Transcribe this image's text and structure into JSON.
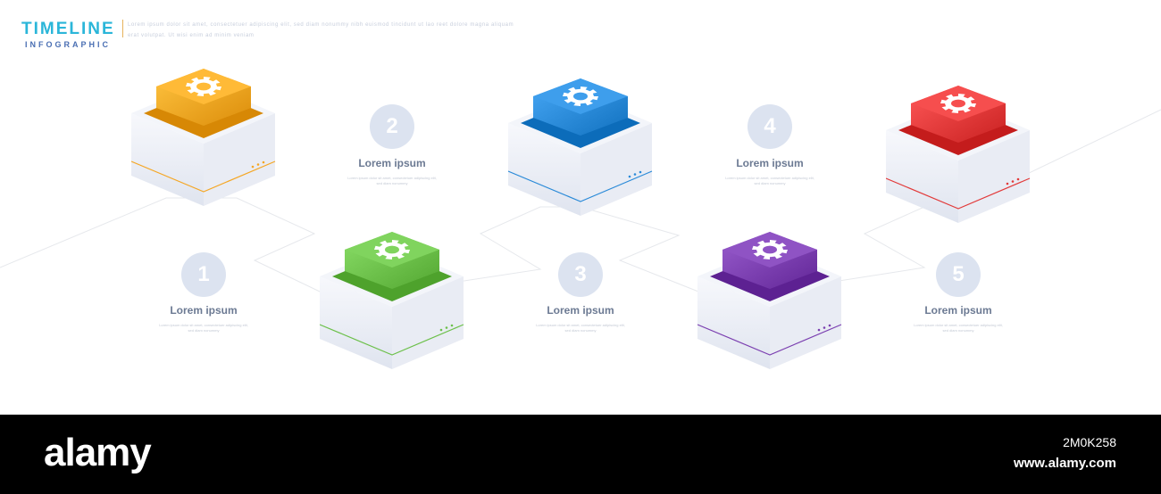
{
  "header": {
    "title": "TIMELINE",
    "subtitle": "INFOGRAPHIC",
    "description": "Lorem ipsum dolor sit amet, consectetuer adipiscing elit, sed diam nonummy nibh euismod tincidunt ut lao reet dolore magna aliquam erat volutpat. Ut wisi enim ad minim veniam"
  },
  "steps": [
    {
      "number": "1",
      "label": "Lorem ipsum",
      "description": "Lorem ipsum dolor sit amet, consectetuer adipiscing elit, sed diam nonummy",
      "color": "#f5a623",
      "cube_icon": "gear-icon"
    },
    {
      "number": "2",
      "label": "Lorem ipsum",
      "description": "Lorem ipsum dolor sit amet, consectetuer adipiscing elit, sed diam nonummy",
      "color": "#6cc04a",
      "cube_icon": "gear-icon"
    },
    {
      "number": "3",
      "label": "Lorem ipsum",
      "description": "Lorem ipsum dolor sit amet, consectetuer adipiscing elit, sed diam nonummy",
      "color": "#2a8ad8",
      "cube_icon": "gear-icon"
    },
    {
      "number": "4",
      "label": "Lorem ipsum",
      "description": "Lorem ipsum dolor sit amet, consectetuer adipiscing elit, sed diam nonummy",
      "color": "#7b3fb0",
      "cube_icon": "gear-icon"
    },
    {
      "number": "5",
      "label": "Lorem ipsum",
      "description": "Lorem ipsum dolor sit amet, consectetuer adipiscing elit, sed diam nonummy",
      "color": "#e23a3a",
      "cube_icon": "gear-icon"
    }
  ],
  "footer": {
    "brand": "alamy",
    "image_id": "2M0K258",
    "url": "www.alamy.com"
  }
}
